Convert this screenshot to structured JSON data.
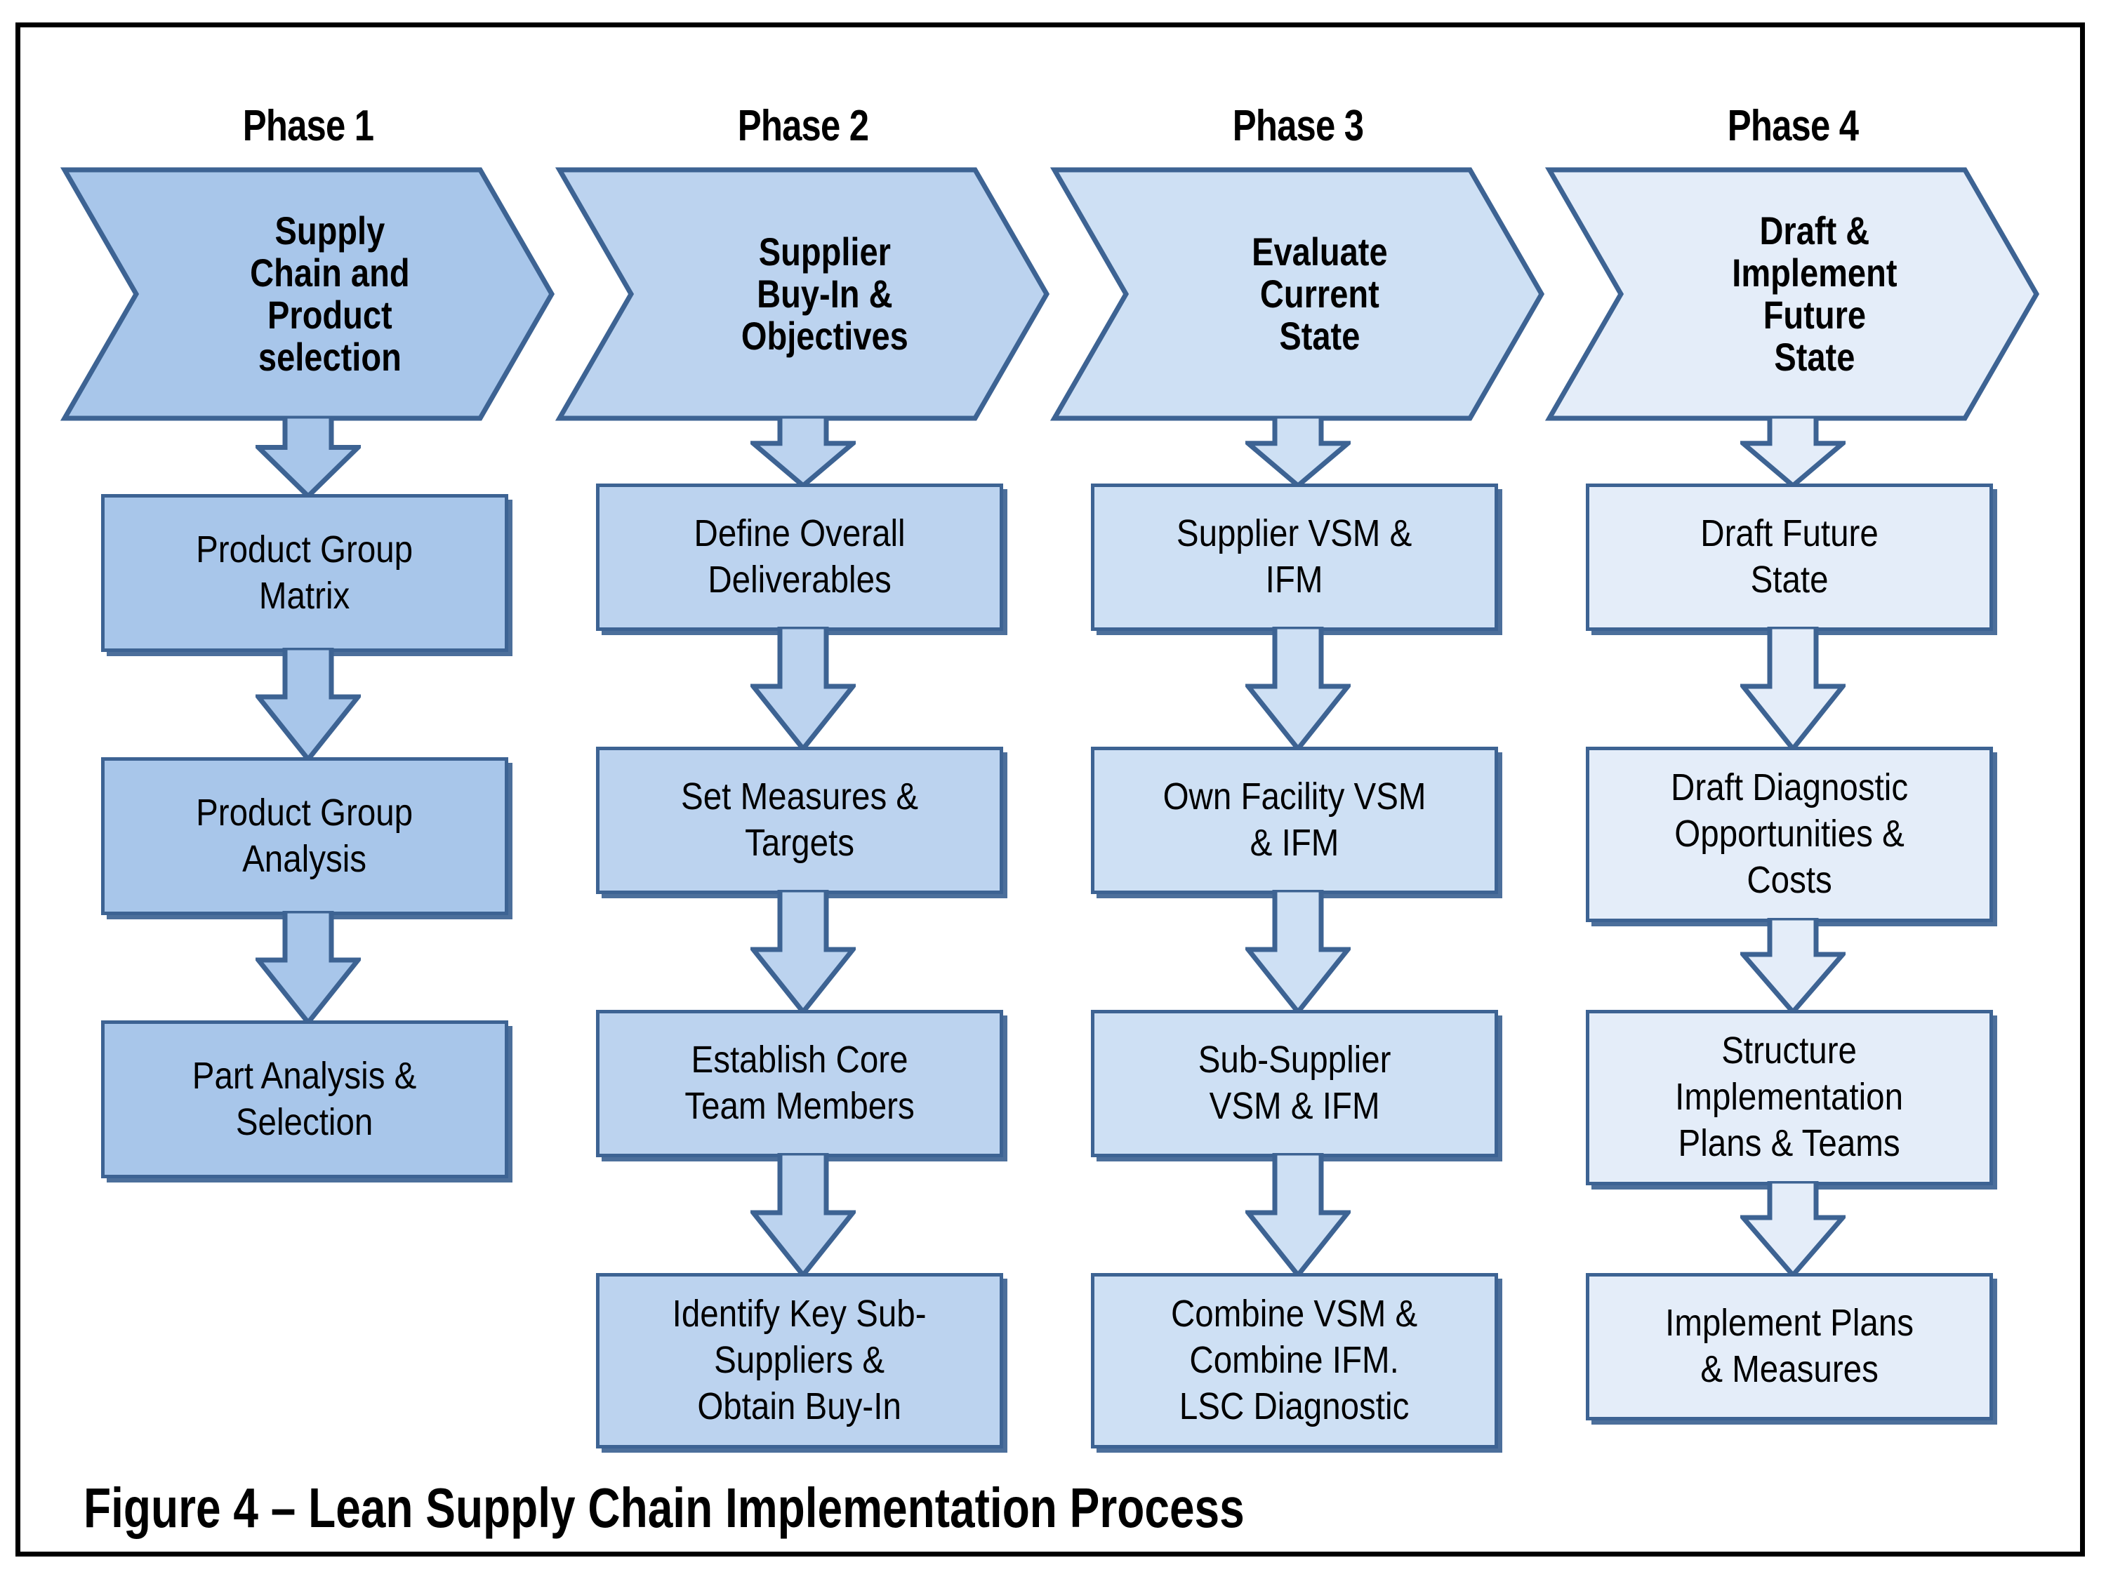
{
  "figure": {
    "caption": "Figure 4 – Lean Supply Chain Implementation Process",
    "border_color": "#000000",
    "background": "#ffffff"
  },
  "palette": {
    "outline": "#3D6393",
    "phase1_fill": "#A8C6EA",
    "phase2_fill": "#BCD3EF",
    "phase3_fill": "#CEE0F4",
    "phase4_fill": "#E4EDF9",
    "text": "#000000"
  },
  "phases": [
    {
      "label": "Phase 1",
      "fill": "#A8C6EA",
      "banner": {
        "lines": [
          "Supply",
          "Chain and",
          "Product",
          "selection"
        ]
      },
      "steps": [
        {
          "lines": [
            "Product Group",
            "Matrix"
          ]
        },
        {
          "lines": [
            "Product Group",
            "Analysis"
          ]
        },
        {
          "lines": [
            "Part Analysis &",
            "Selection"
          ]
        }
      ]
    },
    {
      "label": "Phase 2",
      "fill": "#BCD3EF",
      "banner": {
        "lines": [
          "Supplier",
          "Buy-In &",
          "Objectives"
        ]
      },
      "steps": [
        {
          "lines": [
            "Define Overall",
            "Deliverables"
          ]
        },
        {
          "lines": [
            "Set Measures &",
            "Targets"
          ]
        },
        {
          "lines": [
            "Establish Core",
            "Team Members"
          ]
        },
        {
          "lines": [
            "Identify Key Sub-",
            "Suppliers &",
            "Obtain Buy-In"
          ]
        }
      ]
    },
    {
      "label": "Phase 3",
      "fill": "#CEE0F4",
      "banner": {
        "lines": [
          "Evaluate",
          "Current",
          "State"
        ]
      },
      "steps": [
        {
          "lines": [
            "Supplier VSM &",
            "IFM"
          ]
        },
        {
          "lines": [
            "Own Facility VSM",
            "& IFM"
          ]
        },
        {
          "lines": [
            "Sub-Supplier",
            "VSM & IFM"
          ]
        },
        {
          "lines": [
            "Combine VSM &",
            "Combine IFM.",
            "LSC Diagnostic"
          ]
        }
      ]
    },
    {
      "label": "Phase 4",
      "fill": "#E4EDF9",
      "banner": {
        "lines": [
          "Draft &",
          "Implement",
          "Future",
          "State"
        ]
      },
      "steps": [
        {
          "lines": [
            "Draft Future",
            "State"
          ]
        },
        {
          "lines": [
            "Draft Diagnostic",
            "Opportunities &",
            "Costs"
          ]
        },
        {
          "lines": [
            "Structure",
            "Implementation",
            "Plans & Teams"
          ]
        },
        {
          "lines": [
            "Implement Plans",
            "& Measures"
          ]
        }
      ]
    }
  ],
  "connectors": {
    "icon": "down-block-arrow-icon",
    "count_per_column": [
      3,
      4,
      4,
      4
    ]
  }
}
